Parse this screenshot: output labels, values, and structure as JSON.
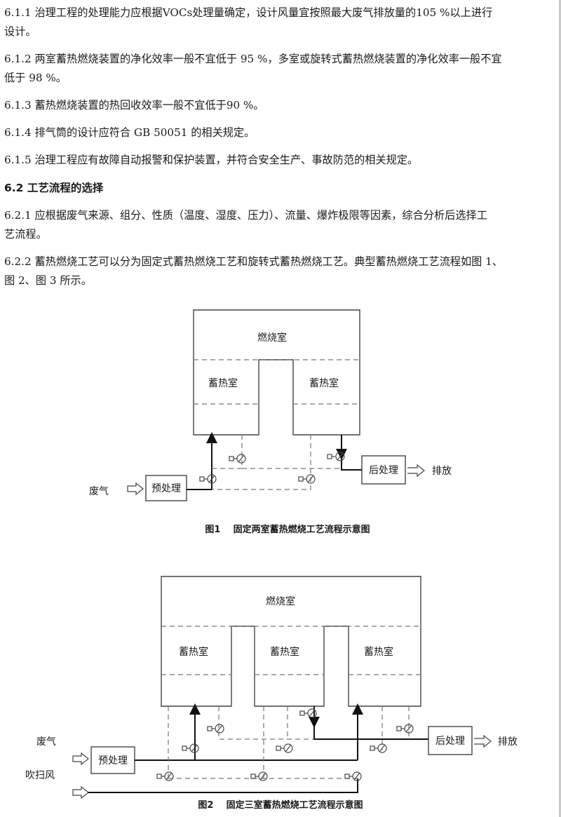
{
  "paragraphs": {
    "p611_l1": "6.1.1  治理工程的处理能力应根据VOCs处理量确定，设计风量宜按照最大废气排放量的105 %以上进行",
    "p611_l2": "设计。",
    "p612_l1": "6.1.2  两室蓄热燃烧装置的净化效率一般不宜低于 95 %，多室或旋转式蓄热燃烧装置的净化效率一般不宜",
    "p612_l2": "低于 98 %。",
    "p613": "6.1.3  蓄热燃烧装置的热回收效率一般不宜低于90 %。",
    "p614": "6.1.4  排气筒的设计应符合 GB 50051 的相关规定。",
    "p615": "6.1.5  治理工程应有故障自动报警和保护装置，并符合安全生产、事故防范的相关规定。",
    "h62": "6.2 工艺流程的选择",
    "p621_l1": "6.2.1  应根据废气来源、组分、性质（温度、湿度、压力）、流量、爆炸极限等因素，综合分析后选择工",
    "p621_l2": "艺流程。",
    "p622_l1": "6.2.2 蓄热燃烧工艺可以分为固定式蓄热燃烧工艺和旋转式蓄热燃烧工艺。典型蓄热燃烧工艺流程如图 1、",
    "p622_l2": "图 2、图 3 所示。"
  },
  "fig1": {
    "combustion": "燃烧室",
    "regen_left": "蓄热室",
    "regen_right": "蓄热室",
    "pretreat": "预处理",
    "posttreat": "后处理",
    "inlet": "废气",
    "outlet": "排放",
    "caption": "图1    固定两室蓄热燃烧工艺流程示意图"
  },
  "fig2": {
    "combustion": "燃烧室",
    "regen_1": "蓄热室",
    "regen_2": "蓄热室",
    "regen_3": "蓄热室",
    "pretreat": "预处理",
    "posttreat": "后处理",
    "inlet": "废气",
    "purge": "吹扫风",
    "outlet": "排放",
    "caption": "图2    固定三室蓄热燃烧工艺流程示意图"
  }
}
